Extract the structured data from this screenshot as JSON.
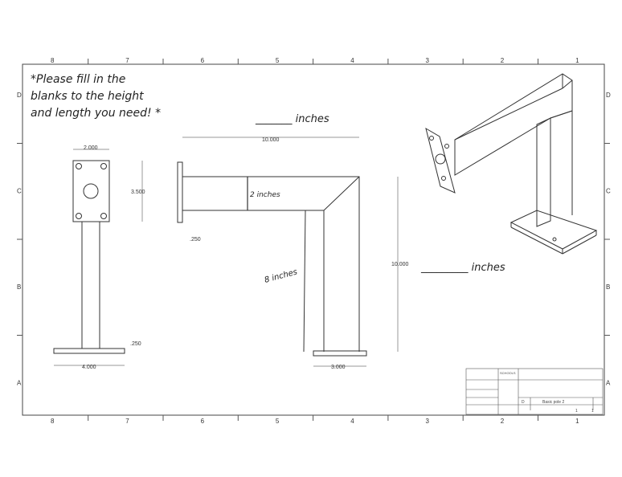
{
  "note": {
    "lines": [
      "*Please fill in the",
      "blanks to the height",
      "and length you need! *"
    ]
  },
  "handwritten": {
    "top_inches": "_______ inches",
    "right_inches": "_________ inches",
    "two_inches": "2 inches",
    "eight_inches": "8 inches"
  },
  "zones": {
    "columns": [
      "8",
      "7",
      "6",
      "5",
      "4",
      "3",
      "2",
      "1"
    ],
    "rows": [
      "D",
      "C",
      "B",
      "A"
    ]
  },
  "dimensions": {
    "plate_width": "2.000",
    "plate_height": "3.500",
    "base_thickness": ".250",
    "base_width": "4.000",
    "arm_length": "10.000",
    "plate_thickness": ".250",
    "pole_height": "10.000",
    "foot_width": "3.000"
  },
  "title_block": {
    "drawing_name": "Basic pole 2",
    "size": "D",
    "sheet": "1",
    "of": "1",
    "drawn_by": "SCHOOLS"
  }
}
